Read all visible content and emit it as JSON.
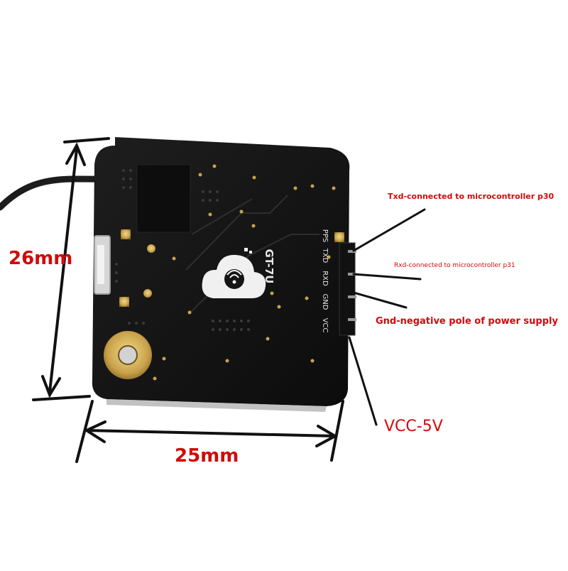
{
  "colors": {
    "annotation": "#d10a0a",
    "board": "#141414",
    "pad_gold": "#c9a24a",
    "silkscreen": "#e6e6e6",
    "cable": "#1c1c1c"
  },
  "dimensions": {
    "height": "26mm",
    "width": "25mm"
  },
  "board": {
    "model": "GT-7U",
    "pin_labels": [
      "PPS",
      "TXD",
      "RXD",
      "GND",
      "VCC"
    ]
  },
  "annotations": {
    "txd": "Txd-connected to microcontroller p30",
    "rxd": "Rxd-connected to microcontroller p31",
    "gnd": "Gnd-negative pole of power supply",
    "vcc": "VCC-5V"
  }
}
